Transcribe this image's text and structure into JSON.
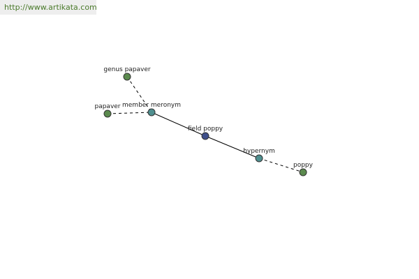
{
  "watermark": {
    "url": "http://www.artikata.com"
  },
  "colors": {
    "term_node": "#5b8a4e",
    "relation_node": "#4f8f8f",
    "center_node": "#3f4f8a",
    "edge": "#000000"
  },
  "graph": {
    "nodes": [
      {
        "id": "genus-papaver",
        "label": "genus papaver",
        "kind": "term"
      },
      {
        "id": "papaver",
        "label": "papaver",
        "kind": "term"
      },
      {
        "id": "member-meronym",
        "label": "member meronym",
        "kind": "relation"
      },
      {
        "id": "field-poppy",
        "label": "field poppy",
        "kind": "center"
      },
      {
        "id": "hypernym",
        "label": "hypernym",
        "kind": "relation"
      },
      {
        "id": "poppy",
        "label": "poppy",
        "kind": "term"
      }
    ],
    "edges": [
      {
        "from": "genus-papaver",
        "to": "member-meronym",
        "style": "dashed"
      },
      {
        "from": "papaver",
        "to": "member-meronym",
        "style": "dashed"
      },
      {
        "from": "member-meronym",
        "to": "field-poppy",
        "style": "solid"
      },
      {
        "from": "field-poppy",
        "to": "hypernym",
        "style": "solid"
      },
      {
        "from": "hypernym",
        "to": "poppy",
        "style": "dashed"
      }
    ]
  }
}
